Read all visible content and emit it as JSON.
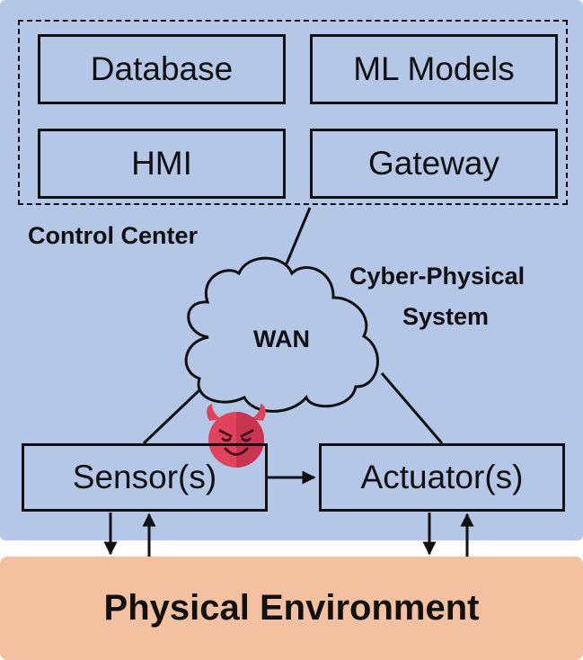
{
  "diagram": {
    "colors": {
      "cps_background": "#b4c7e7",
      "physical_background": "#f4c1a0",
      "line": "#111111",
      "devil_face": "#e0445c"
    },
    "control_center": {
      "label": "Control Center",
      "boxes": {
        "database": "Database",
        "ml_models": "ML Models",
        "hmi": "HMI",
        "gateway": "Gateway"
      }
    },
    "network": {
      "wan_label": "WAN",
      "icon": "cloud-icon"
    },
    "cps_label_line1": "Cyber-Physical",
    "cps_label_line2": "System",
    "field_devices": {
      "sensor": "Sensor(s)",
      "actuator": "Actuator(s)",
      "attacker_icon": "devil-icon"
    },
    "physical_environment": "Physical Environment"
  }
}
